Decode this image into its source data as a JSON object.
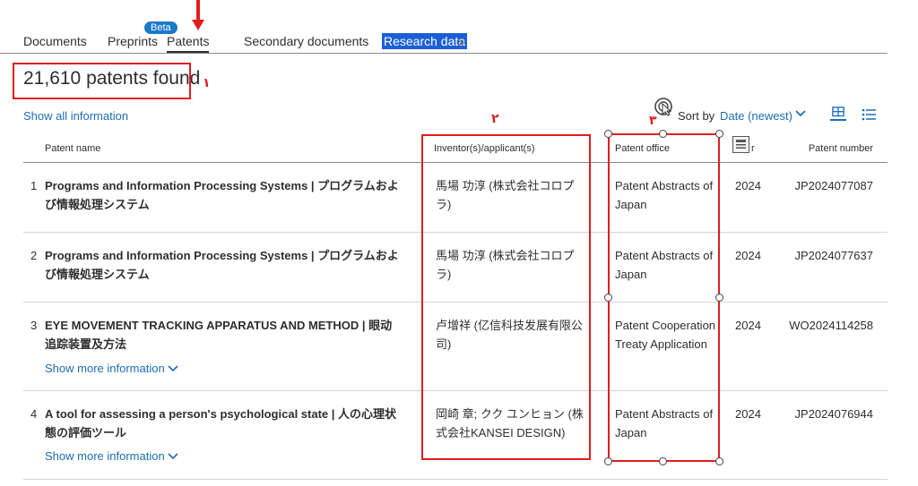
{
  "tabs": [
    {
      "label": "Documents"
    },
    {
      "label": "Preprints"
    },
    {
      "label": "Patents"
    },
    {
      "label": "Secondary documents"
    },
    {
      "label": "Research data"
    }
  ],
  "beta_badge": "Beta",
  "results": {
    "count_text": "21,610 patents found"
  },
  "annotations": {
    "one": "۱",
    "two": "۲",
    "three": "۳"
  },
  "toolbar": {
    "show_all": "Show all information",
    "sort_label": "Sort by",
    "sort_value": "Date (newest)"
  },
  "table": {
    "headers": {
      "name": "Patent name",
      "inventor": "Inventor(s)/applicant(s)",
      "office": "Patent office",
      "year": "r",
      "number": "Patent number"
    },
    "rows": [
      {
        "num": "1",
        "title": "Programs and Information Processing Systems | プログラムおよび情報処理システム",
        "inventor": "馬場 功淳 (株式会社コロプラ)",
        "office": "Patent Abstracts of Japan",
        "year": "2024",
        "number": "JP2024077087"
      },
      {
        "num": "2",
        "title": "Programs and Information Processing Systems | プログラムおよび情報処理システム",
        "inventor": "馬場 功淳 (株式会社コロプラ)",
        "office": "Patent Abstracts of Japan",
        "year": "2024",
        "number": "JP2024077637"
      },
      {
        "num": "3",
        "title": "EYE MOVEMENT TRACKING APPARATUS AND METHOD | 眼动追踪装置及方法",
        "inventor": "卢增祥 (亿信科技发展有限公司)",
        "office": "Patent Cooperation Treaty Application",
        "year": "2024",
        "number": "WO2024114258",
        "more": "Show more information"
      },
      {
        "num": "4",
        "title": "A tool for assessing a person's psychological state | 人の心理状態の評価ツール",
        "inventor": "岡崎 章; クク ユンヒョン (株式会社KANSEI DESIGN)",
        "office": "Patent Abstracts of Japan",
        "year": "2024",
        "number": "JP2024076944",
        "more": "Show more information"
      }
    ]
  },
  "colors": {
    "accent": "#1c6db5",
    "annotation": "#e01e1e",
    "highlight": "#1a5fd6"
  },
  "icons": [
    "red-down-arrow-icon",
    "external-link-icon",
    "sort-cursor-icon",
    "chevron-down-icon",
    "grid-view-icon",
    "list-view-icon",
    "column-select-icon"
  ]
}
